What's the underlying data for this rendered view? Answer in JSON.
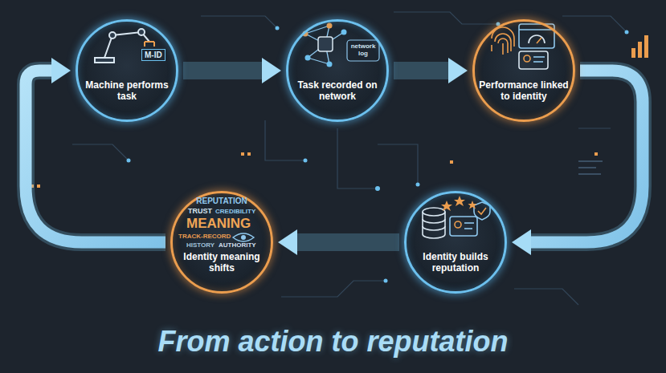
{
  "diagram": {
    "title": "From action to reputation",
    "nodes": [
      {
        "text": [
          "Machine performs task"
        ]
      },
      {
        "text": [
          "Task recorded on network"
        ]
      },
      {
        "text": [
          "Performance linked to identity"
        ]
      },
      {
        "text": [
          "Identity builds reputation"
        ]
      },
      {
        "text": [
          "Identity meaning shifts"
        ]
      }
    ],
    "edges": [
      {
        "from": 0,
        "to": 1,
        "arrow": "to"
      },
      {
        "from": 1,
        "to": 2,
        "arrow": "to"
      },
      {
        "from": 2,
        "to": 3,
        "arrow": "to"
      },
      {
        "from": 3,
        "to": 4,
        "arrow": "to"
      },
      {
        "from": 4,
        "to": 0,
        "arrow": "to"
      }
    ],
    "labels": [
      "M-ID",
      "network log",
      "REPUTATION",
      "TRUST",
      "CREDIBILITY",
      "MEANING",
      "TRACK-RECORD",
      "HISTORY",
      "AUTHORITY"
    ]
  }
}
